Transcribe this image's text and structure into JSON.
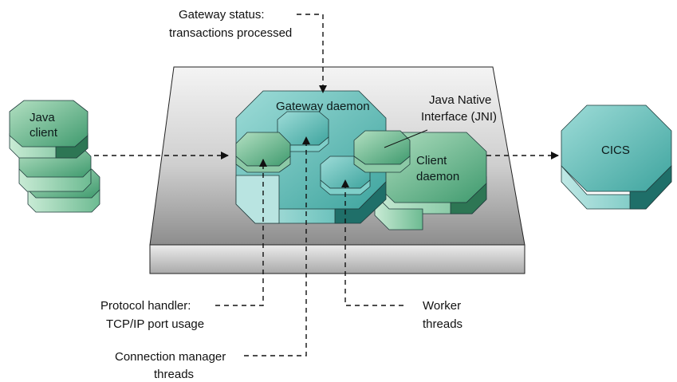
{
  "diagram": {
    "java_client": {
      "line1": "Java",
      "line2": "client"
    },
    "cics": "CICS",
    "gateway_daemon": "Gateway daemon",
    "client_daemon": {
      "line1": "Client",
      "line2": "daemon"
    },
    "jni": {
      "line1": "Java Native",
      "line2": "Interface (JNI)"
    },
    "gateway_status": {
      "line1": "Gateway status:",
      "line2": "transactions processed"
    },
    "protocol_handler": {
      "line1": "Protocol handler:",
      "line2": "TCP/IP port usage"
    },
    "connection_manager": {
      "line1": "Connection manager",
      "line2": "threads"
    },
    "worker_threads": {
      "line1": "Worker",
      "line2": "threads"
    }
  },
  "colors": {
    "teal_light": "#8fd3d0",
    "teal_mid": "#45aca6",
    "teal_dark": "#1f6f69",
    "green_light": "#a4d8b4",
    "green_mid": "#4fa87c",
    "green_dark": "#2d7654"
  }
}
